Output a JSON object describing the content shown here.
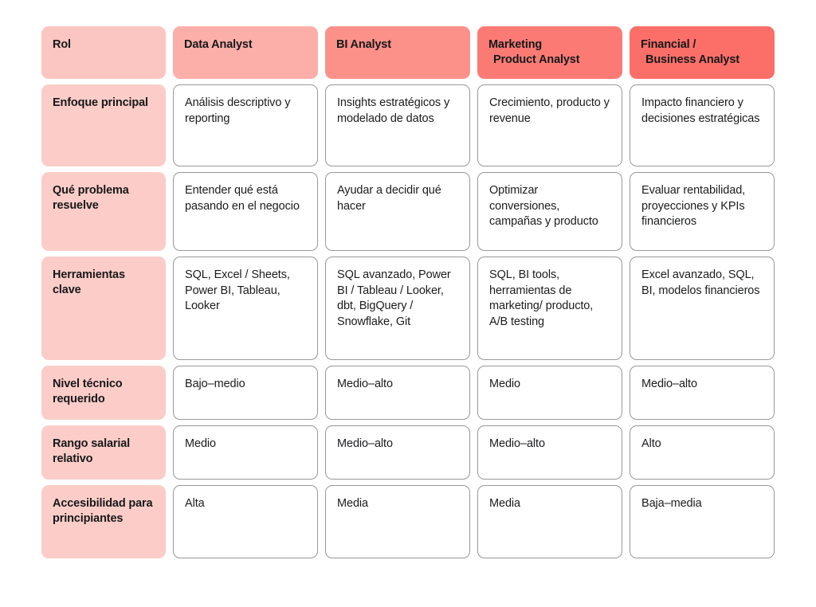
{
  "theme": {
    "page_background": "#ffffff",
    "header_colors": [
      "#fbc6c1",
      "#fcafa8",
      "#fc9189",
      "#fb7b74",
      "#fb6f68"
    ],
    "row_label_color": "#fccdc8",
    "cell_border_color": "#989898",
    "text_color": "#17181a"
  },
  "table": {
    "columns": [
      {
        "key": "rol",
        "label": "Rol",
        "label_line2": "",
        "header_color": "#fbc6c1"
      },
      {
        "key": "data",
        "label": "Data Analyst",
        "label_line2": "",
        "header_color": "#fcafa8"
      },
      {
        "key": "bi",
        "label": "BI Analyst",
        "label_line2": "",
        "header_color": "#fc9189"
      },
      {
        "key": "marketing",
        "label": "Marketing",
        "label_line2": "Product Analyst",
        "header_color": "#fb7b74"
      },
      {
        "key": "financial",
        "label": "Financial /",
        "label_line2": "Business Analyst",
        "header_color": "#fb6f68"
      }
    ],
    "rows": [
      {
        "label": "Enfoque principal",
        "cells": [
          "Análisis descriptivo y reporting",
          "Insights estratégicos y modelado de datos",
          "Crecimiento, producto y revenue",
          "Impacto financiero y decisiones estratégicas"
        ]
      },
      {
        "label": "Qué problema resuelve",
        "cells": [
          "Entender qué está pasando en el negocio",
          "Ayudar a decidir qué hacer",
          "Optimizar conversiones, campañas y producto",
          "Evaluar rentabilidad, proyecciones y KPIs financieros"
        ]
      },
      {
        "label": "Herramientas clave",
        "cells": [
          "SQL, Excel / Sheets, Power BI, Tableau, Looker",
          "SQL avanzado, Power BI / Tableau / Looker, dbt, BigQuery / Snowflake, Git",
          "SQL, BI tools, herramientas de marketing/ producto, A/B testing",
          "Excel avanzado, SQL, BI, modelos financieros"
        ]
      },
      {
        "label": "Nivel técnico requerido",
        "cells": [
          "Bajo–medio",
          "Medio–alto",
          "Medio",
          "Medio–alto"
        ]
      },
      {
        "label": "Rango salarial relativo",
        "cells": [
          "Medio",
          "Medio–alto",
          "Medio–alto",
          "Alto"
        ]
      },
      {
        "label": "Accesibilidad para principiantes",
        "cells": [
          "Alta",
          "Media",
          "Media",
          "Baja–media"
        ]
      }
    ]
  }
}
